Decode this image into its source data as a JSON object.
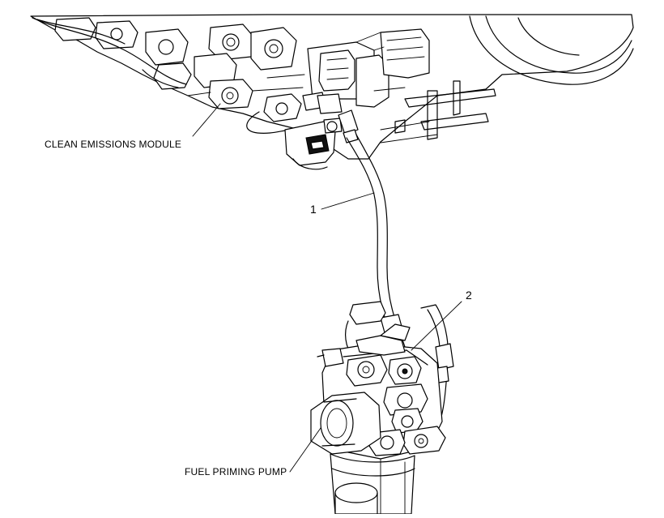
{
  "labels": {
    "clean_emissions_module": "CLEAN EMISSIONS MODULE",
    "fuel_priming_pump": "FUEL PRIMING PUMP",
    "callout_1": "1",
    "callout_2": "2"
  },
  "colors": {
    "line": "#000000",
    "background": "#ffffff"
  }
}
